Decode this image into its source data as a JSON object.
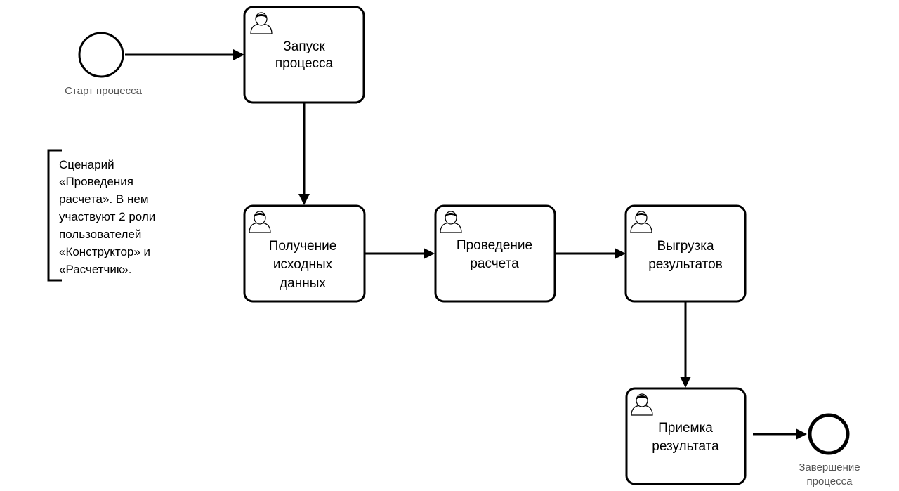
{
  "diagram": {
    "start_event": {
      "label": "Старт процесса"
    },
    "end_event": {
      "label_lines": [
        "Завершение",
        "процесса"
      ]
    },
    "tasks": [
      {
        "id": "start-process",
        "lines": [
          "Запуск",
          "процесса"
        ],
        "icon": "user-icon"
      },
      {
        "id": "get-source-data",
        "lines": [
          "Получение",
          "исходных",
          "данных"
        ],
        "icon": "user-icon"
      },
      {
        "id": "calculation",
        "lines": [
          "Проведение",
          "расчета"
        ],
        "icon": "user-icon"
      },
      {
        "id": "export-results",
        "lines": [
          "Выгрузка",
          "результатов"
        ],
        "icon": "user-icon"
      },
      {
        "id": "accept-result",
        "lines": [
          "Приемка",
          "результата"
        ],
        "icon": "user-icon"
      }
    ],
    "annotation": {
      "lines": [
        "Сценарий",
        "«Проведения",
        "расчета». В нем",
        "участвуют 2 роли",
        "пользователей",
        "«Конструктор» и",
        "«Расчетчик»."
      ]
    },
    "flows": [
      {
        "from": "start_event",
        "to": "start-process"
      },
      {
        "from": "start-process",
        "to": "get-source-data"
      },
      {
        "from": "get-source-data",
        "to": "calculation"
      },
      {
        "from": "calculation",
        "to": "export-results"
      },
      {
        "from": "export-results",
        "to": "accept-result"
      },
      {
        "from": "accept-result",
        "to": "end_event"
      }
    ]
  }
}
